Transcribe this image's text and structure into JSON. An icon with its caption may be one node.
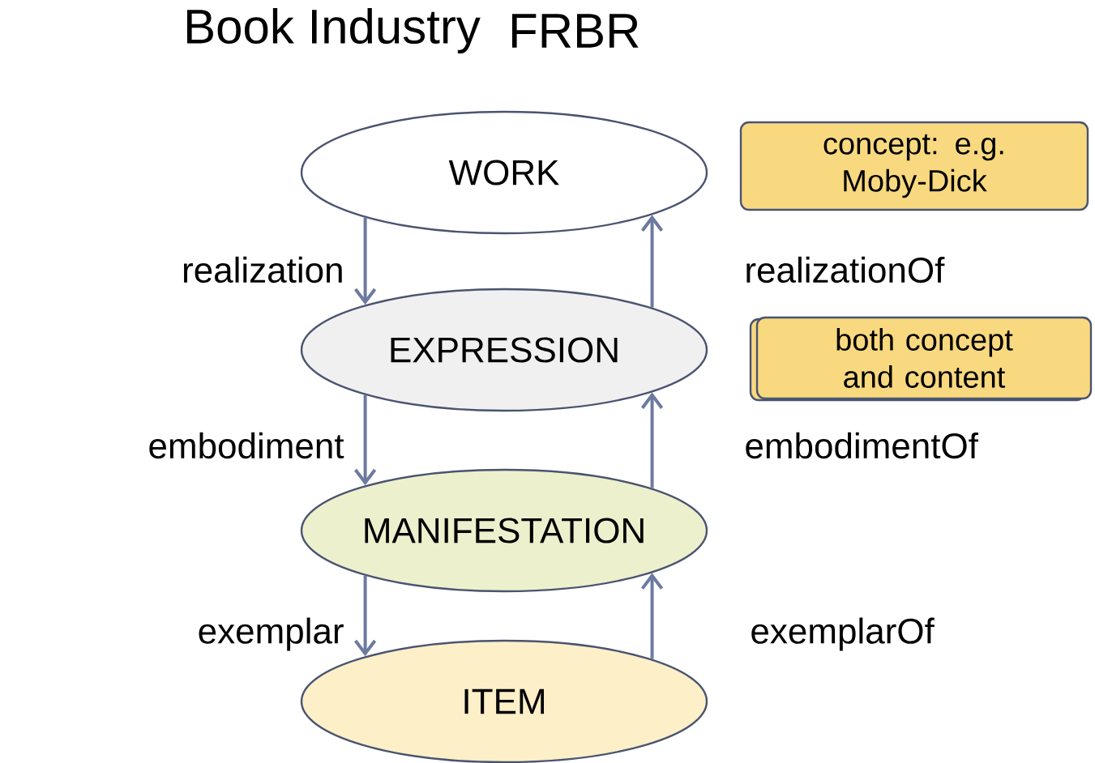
{
  "diagram": {
    "title": "FRBR",
    "nodes": [
      {
        "text": [
          "WORK"
        ]
      },
      {
        "text": [
          "EXPRESSION"
        ]
      },
      {
        "text": [
          "MANIFESTATION"
        ]
      },
      {
        "text": [
          "ITEM"
        ]
      },
      {
        "text": [
          "concept:  e.g. Moby-Dick"
        ]
      },
      {
        "text": [
          "both concept and content"
        ]
      }
    ],
    "edges": [
      {
        "from": 0,
        "to": 1,
        "arrow": "to",
        "label": "realization"
      },
      {
        "from": 1,
        "to": 0,
        "arrow": "to",
        "label": "realizationOf"
      },
      {
        "from": 1,
        "to": 2,
        "arrow": "to",
        "label": "embodiment"
      },
      {
        "from": 2,
        "to": 1,
        "arrow": "to",
        "label": "embodimentOf"
      },
      {
        "from": 2,
        "to": 3,
        "arrow": "to",
        "label": "exemplar"
      },
      {
        "from": 3,
        "to": 2,
        "arrow": "to",
        "label": "exemplarOf"
      }
    ],
    "labels": [
      "Book Industry"
    ]
  }
}
